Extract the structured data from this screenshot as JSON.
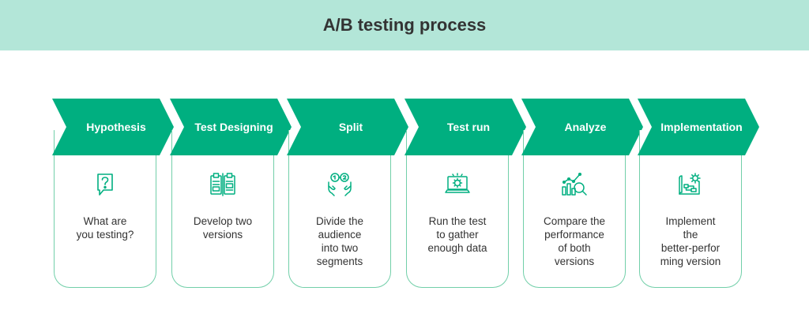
{
  "title": "A/B testing process",
  "colors": {
    "banner": "#b3e6d8",
    "accent": "#00af80",
    "border": "#72cfa9",
    "text": "#333333"
  },
  "steps": [
    {
      "label": "Hypothesis",
      "icon": "question-bubble-icon",
      "lines": [
        "What are",
        "you testing?"
      ]
    },
    {
      "label": "Test Designing",
      "icon": "ab-layout-icon",
      "lines": [
        "Develop two",
        "versions"
      ]
    },
    {
      "label": "Split",
      "icon": "split-hands-icon",
      "lines": [
        "Divide the",
        "audience",
        "into two",
        "segments"
      ]
    },
    {
      "label": "Test run",
      "icon": "laptop-gear-icon",
      "lines": [
        "Run the test",
        "to gather",
        "enough data"
      ]
    },
    {
      "label": "Analyze",
      "icon": "chart-magnifier-icon",
      "lines": [
        "Compare the",
        "performance",
        "of both",
        "versions"
      ]
    },
    {
      "label": "Implementation",
      "icon": "blueprint-gear-icon",
      "lines": [
        "Implement",
        "the",
        "better-perfor",
        "ming version"
      ]
    }
  ]
}
